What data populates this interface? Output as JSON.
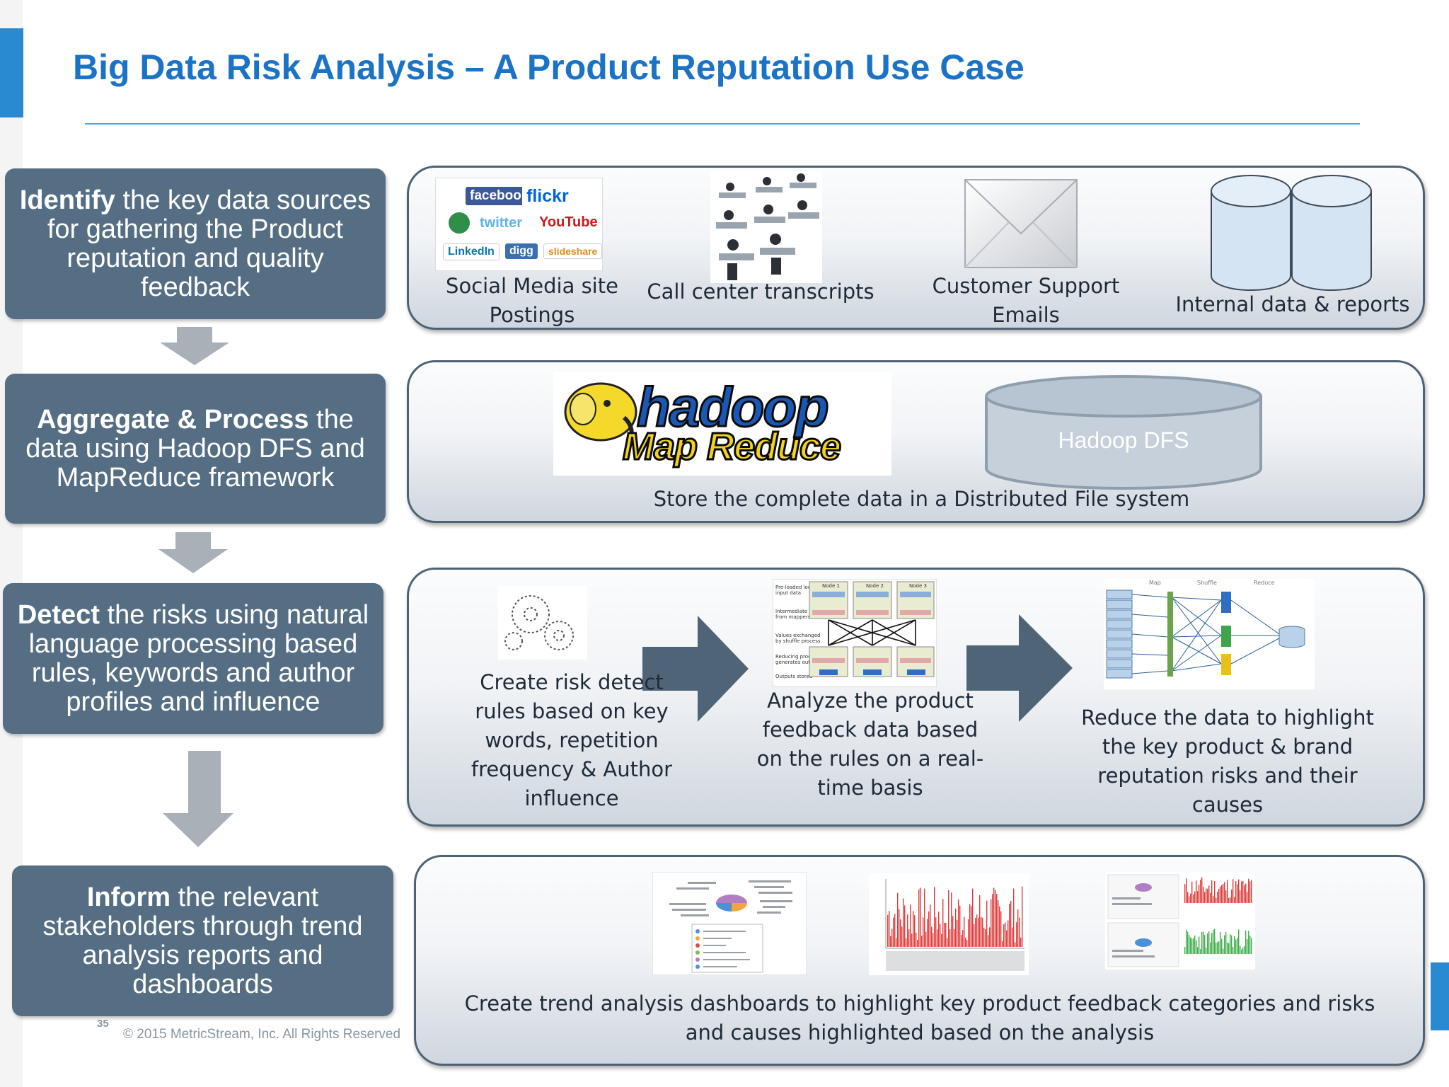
{
  "slide": {
    "title": "Big Data Risk Analysis – A Product Reputation Use Case",
    "page_number": "35",
    "copyright": "© 2015 MetricStream, Inc. All Rights Reserved"
  },
  "steps": [
    {
      "bold": "Identify",
      "rest": " the  key data sources for  gathering the Product reputation and quality feedback"
    },
    {
      "bold": "Aggregate & Process",
      "rest": " the data  using Hadoop DFS and MapReduce framework"
    },
    {
      "bold": "Detect",
      "rest": " the risks using natural language processing based rules,  keywords and author profiles and influence"
    },
    {
      "bold": "Inform",
      "rest": " the relevant stakeholders through trend analysis reports and dashboards"
    }
  ],
  "panel1": {
    "social_logos": [
      "facebook",
      "flickr",
      "twitter",
      "YouTube",
      "LinkedIn",
      "digg",
      "slideshare"
    ],
    "social_caption": "Social Media site Postings",
    "call_caption": "Call center  transcripts",
    "email_caption": "Customer Support Emails",
    "internal_caption": "Internal  data & reports"
  },
  "panel2": {
    "hadoop_word": "hadoop",
    "mapreduce_word": "Map Reduce",
    "dfs_label": "Hadoop DFS",
    "caption": "Store the complete data in a Distributed File system"
  },
  "panel3": {
    "rules_caption": "Create risk detect rules based on  key words, repetition frequency  & Author influence",
    "analyze_caption": "Analyze the product feedback data based on the rules on a real-time basis",
    "reduce_caption": "Reduce the data to highlight the key product & brand reputation risks and their causes",
    "diagram_nodes": [
      "Node 1",
      "Node 2",
      "Node 3"
    ],
    "mapreduce_labels": [
      "Map",
      "Shuffle",
      "Reduce"
    ]
  },
  "panel4": {
    "caption": "Create trend analysis dashboards to highlight key  product feedback categories and risks and causes highlighted based on the analysis"
  },
  "colors": {
    "title_blue": "#1b73c6",
    "step_box": "#556e84",
    "panel_border": "#4d6275",
    "arrow_grey": "#a9b0b7",
    "flow_arrow": "#4f6577",
    "accent_blue": "#2a8ad1"
  }
}
